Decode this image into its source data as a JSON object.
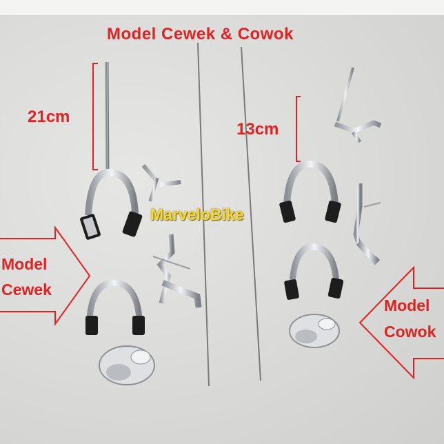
{
  "title": "Model Cewek & Cowok",
  "measure_left": "21cm",
  "measure_right": "13cm",
  "watermark": "MarveloBike",
  "label_left_line1": "Model",
  "label_left_line2": "Cewek",
  "label_right_line1": "Model",
  "label_right_line2": "Cowok",
  "colors": {
    "label_red": "#e02222",
    "watermark_yellow": "#f2d83a",
    "background": "#dcdcda"
  }
}
